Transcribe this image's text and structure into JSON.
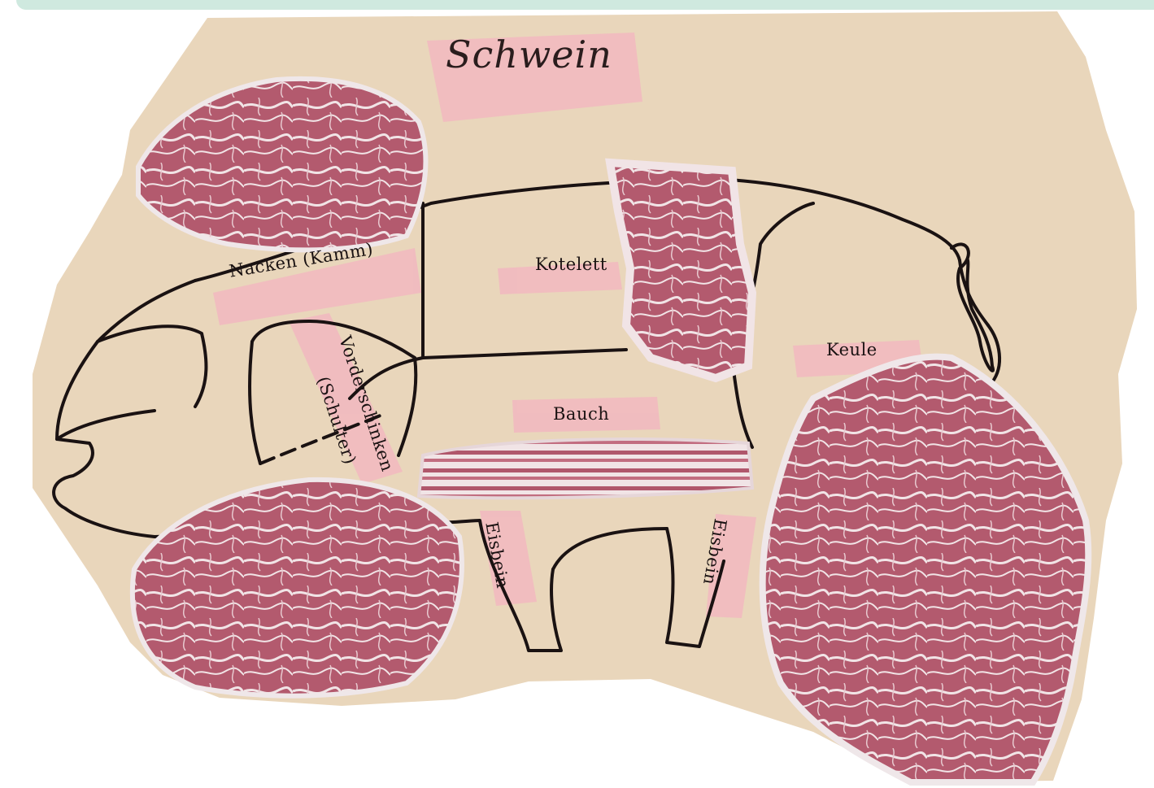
{
  "title": "Schwein",
  "labels": {
    "nacken": "Nacken (Kamm)",
    "kotelett": "Kotelett",
    "vorderschinken": "Vorderschinken",
    "schulter": "(Schulter)",
    "bauch": "Bauch",
    "keule": "Keule",
    "eisbein_front": "Eisbein",
    "eisbein_rear": "Eisbein"
  },
  "colors": {
    "paper": "#e9d6bb",
    "highlight": "#f2b8c0",
    "ink": "#1a1212",
    "meat_lean": "#b35a6e",
    "meat_fat": "#f1e4e6",
    "background": "#ffffff",
    "top_bar": "#cfe9df"
  }
}
